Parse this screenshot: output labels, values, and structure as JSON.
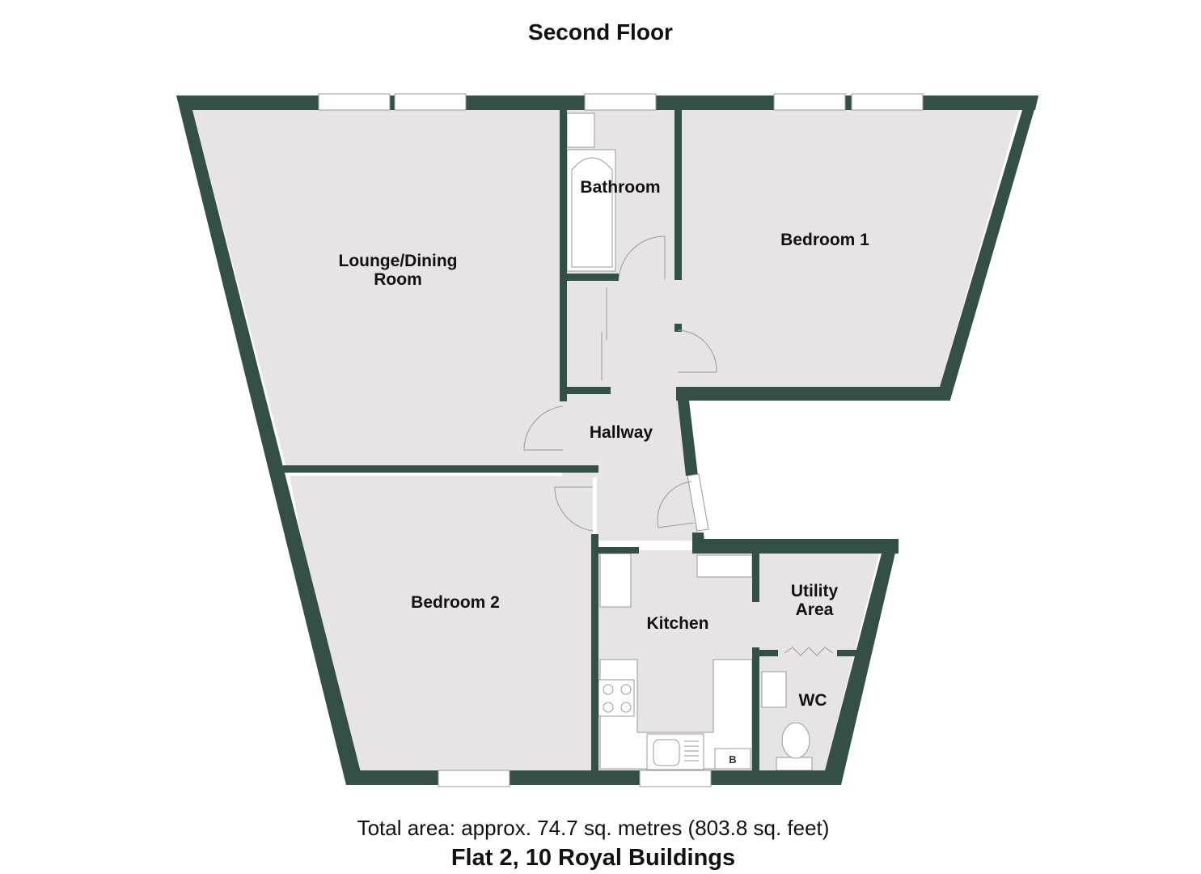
{
  "header": {
    "title": "Second Floor"
  },
  "colors": {
    "wall": "#344f45",
    "floor": "#e6e4e5",
    "fixture_line": "#8a8a8a",
    "background": "#ffffff"
  },
  "rooms": [
    {
      "name": "Lounge/Dining",
      "name_line2": "Room"
    },
    {
      "name": "Bathroom"
    },
    {
      "name": "Bedroom 1"
    },
    {
      "name": "Hallway"
    },
    {
      "name": "Bedroom 2"
    },
    {
      "name": "Kitchen"
    },
    {
      "name": "Utility",
      "name_line2": "Area"
    },
    {
      "name": "WC"
    }
  ],
  "fixtures": {
    "boiler_label": "B"
  },
  "footer": {
    "total_area": "Total area: approx. 74.7 sq. metres (803.8 sq. feet)",
    "address": "Flat 2, 10 Royal Buildings"
  }
}
